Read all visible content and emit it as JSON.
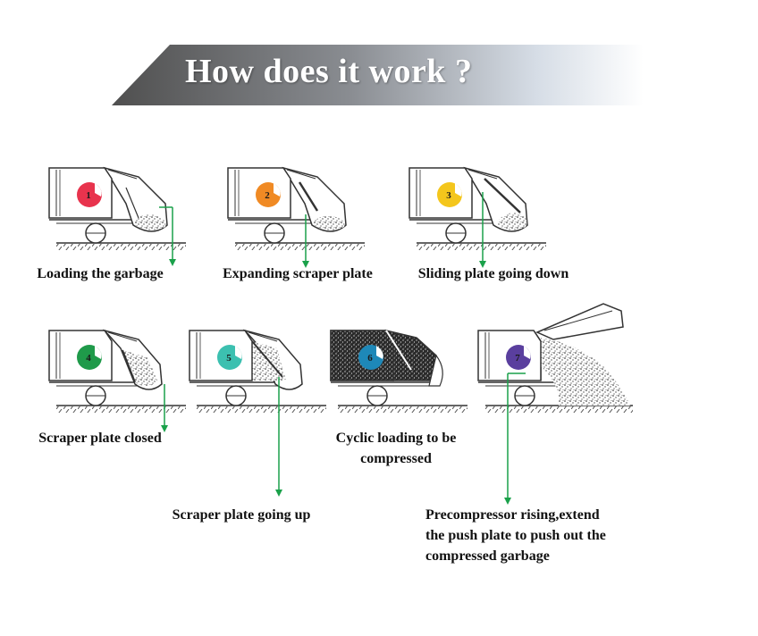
{
  "header": {
    "title": "How does it work ?"
  },
  "colors": {
    "arrow": "#1aa14a",
    "banner_dark": "#5b5b5b",
    "banner_light": "#dfe6ee",
    "vehicle_outline": "#333333"
  },
  "steps": [
    {
      "number": "1",
      "label": "Loading the garbage",
      "badge_color": "#e8334d",
      "icon": "vehicle-diagram-icon"
    },
    {
      "number": "2",
      "label": "Expanding scraper plate",
      "badge_color": "#f08a24",
      "icon": "vehicle-diagram-icon"
    },
    {
      "number": "3",
      "label": "Sliding plate going down",
      "badge_color": "#f4c61c",
      "icon": "vehicle-diagram-icon"
    },
    {
      "number": "4",
      "label": "Scraper plate closed",
      "badge_color": "#1f9a4a",
      "icon": "vehicle-diagram-icon"
    },
    {
      "number": "5",
      "label": "Scraper plate going up",
      "badge_color": "#3cc0b0",
      "icon": "vehicle-diagram-icon"
    },
    {
      "number": "6",
      "label_lines": [
        "Cyclic loading to be",
        "compressed"
      ],
      "badge_color": "#1e88b8",
      "icon": "vehicle-diagram-icon"
    },
    {
      "number": "7",
      "label_lines": [
        "Precompressor rising,extend",
        "the push plate to push out the",
        "compressed garbage"
      ],
      "badge_color": "#5a3f9e",
      "icon": "vehicle-diagram-icon"
    }
  ]
}
